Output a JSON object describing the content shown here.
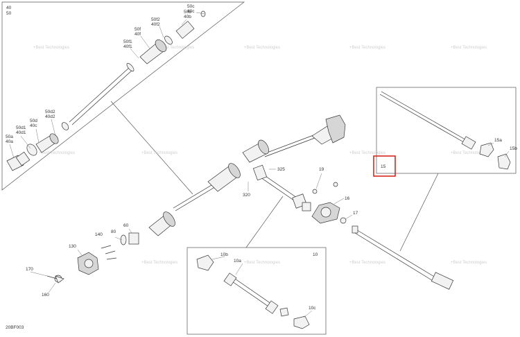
{
  "diagram": {
    "figure_code": "20BF003",
    "highlight_color": "#d9261c",
    "callouts": {
      "c_40_50": [
        "40",
        "50"
      ],
      "c_50c_40c": [
        "50c",
        "40c"
      ],
      "c_50b_40b": [
        "50b",
        "40b"
      ],
      "c_50f2_40f2": [
        "50f2",
        "40f2"
      ],
      "c_50f_40f": [
        "50f",
        "40f"
      ],
      "c_50f1_40f1": [
        "50f1",
        "40f1"
      ],
      "c_50d2_40d2": [
        "50d2",
        "40d2"
      ],
      "c_50d_40c": [
        "50d",
        "40c"
      ],
      "c_50d1_40d1": [
        "50d1",
        "40d1"
      ],
      "c_50a_40a": [
        "50a",
        "40a"
      ],
      "c_325": "325",
      "c_320": "320",
      "c_19": "19",
      "c_16": "16",
      "c_17": "17",
      "c_15": "15",
      "c_15a": "15a",
      "c_15b": "15b",
      "c_140": "140",
      "c_80": "80",
      "c_60": "60",
      "c_130": "130",
      "c_170": "170",
      "c_160": "160",
      "c_10": "10",
      "c_10b": "10b",
      "c_10a": "10a",
      "c_10c": "10c"
    },
    "watermark_text": "+Best Technologies"
  }
}
